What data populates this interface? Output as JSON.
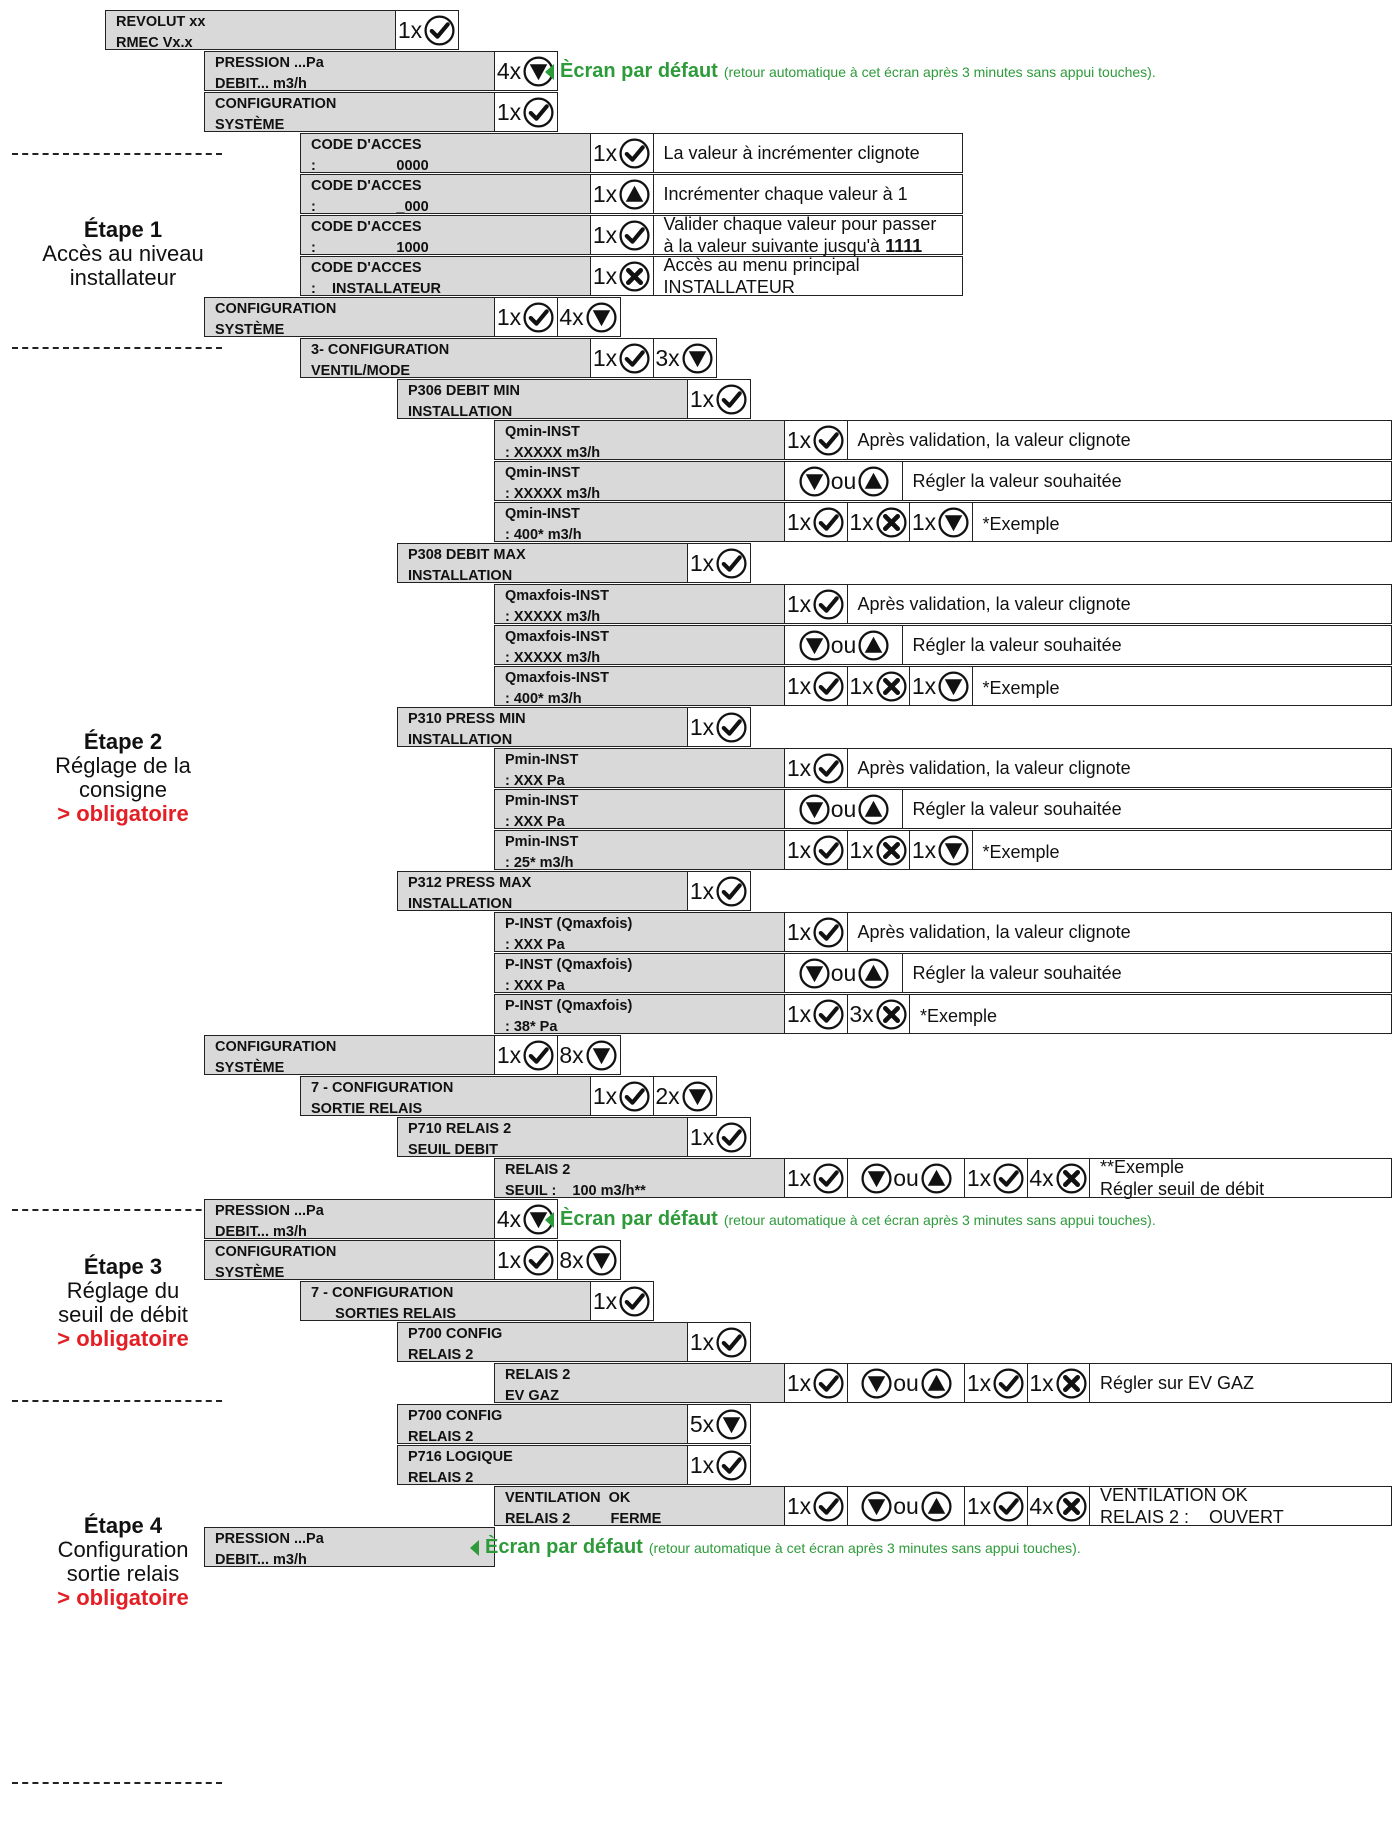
{
  "steps": {
    "s1": {
      "title": "Étape 1",
      "lines": [
        "Accès au niveau",
        "installateur"
      ]
    },
    "s2": {
      "title": "Étape 2",
      "lines": [
        "Réglage de la",
        "consigne"
      ],
      "req": "> obligatoire"
    },
    "s3": {
      "title": "Étape 3",
      "lines": [
        "Réglage du",
        "seuil de débit"
      ],
      "req": "> obligatoire"
    },
    "s4": {
      "title": "Étape 4",
      "lines": [
        "Configuration",
        "sortie relais"
      ],
      "req": "> obligatoire"
    }
  },
  "default_note": {
    "bold": "Ècran par défaut",
    "small": "(retour automatique à cet écran après 3 minutes sans appui touches)."
  },
  "screens": {
    "revolut": "REVOLUT xx\nRMEC Vx.x",
    "pression": "PRESSION ...Pa\nDEBIT... m3/h",
    "config_systeme": "CONFIGURATION\nSYSTÈME",
    "code_0000": "CODE D'ACCES\n:                    0000",
    "code_000": "CODE D'ACCES\n:                    _000",
    "code_1000": "CODE D'ACCES\n:                    1000",
    "code_install": "CODE D'ACCES\n:    INSTALLATEUR",
    "config_ventil": "3- CONFIGURATION\nVENTIL/MODE",
    "p306": "P306 DEBIT MIN\nINSTALLATION",
    "qmin_x": "Qmin-INST\n: XXXXX m3/h",
    "qmin_400": "Qmin-INST\n: 400* m3/h",
    "p308": "P308 DEBIT MAX\nINSTALLATION",
    "qmax_x": "Qmaxfois-INST\n: XXXXX m3/h",
    "qmax_400": "Qmaxfois-INST\n: 400* m3/h",
    "p310": "P310 PRESS MIN\nINSTALLATION",
    "pmin_x": "Pmin-INST\n: XXX Pa",
    "pmin_25": "Pmin-INST\n: 25* m3/h",
    "p312": "P312 PRESS MAX\nINSTALLATION",
    "pinst_x": "P-INST (Qmaxfois)\n: XXX Pa",
    "pinst_38": "P-INST (Qmaxfois)\n: 38* Pa",
    "config_sortie": "7 - CONFIGURATION\nSORTIE RELAIS",
    "p710": "P710 RELAIS 2\nSEUIL DEBIT",
    "relais_seuil": "RELAIS 2\nSEUIL :    100 m3/h**",
    "config_sorties": "7 - CONFIGURATION\n      SORTIES RELAIS",
    "p700": "P700 CONFIG\nRELAIS 2",
    "relais_evgaz": "RELAIS 2\nEV GAZ",
    "p716": "P716 LOGIQUE\nRELAIS 2",
    "vent_ok": "VENTILATION  OK\nRELAIS 2          FERME"
  },
  "actions": {
    "x1": "1x",
    "x2": "2x",
    "x3": "3x",
    "x4": "4x",
    "x5": "5x",
    "x8": "8x",
    "ou": "ou"
  },
  "descriptions": {
    "clignote": "La valeur à incrémenter clignote",
    "incrementer": "Incrémenter chaque valeur à 1",
    "valider_1": "Valider chaque valeur pour passer",
    "valider_2": "à la valeur suivante jusqu'à",
    "valider_bold": "1111",
    "acces": "Accès au menu principal\nINSTALLATEUR",
    "apres": "Après validation, la valeur clignote",
    "regler": "Régler la valeur souhaitée",
    "exemple": "*Exemple",
    "exemple2": "**Exemple\nRégler seuil de débit",
    "evgaz": "Régler sur EV GAZ",
    "ventok": "VENTILATION OK\nRELAIS 2 :    OUVERT"
  },
  "icons": {
    "check": "check-circle-icon",
    "up": "arrow-up-circle-icon",
    "down": "arrow-down-circle-icon",
    "cross": "cross-circle-icon",
    "triangle": "triangle-left-icon"
  },
  "colors": {
    "box": "#d9d9d9",
    "green": "#2e9b3a",
    "red": "#e31e24"
  }
}
